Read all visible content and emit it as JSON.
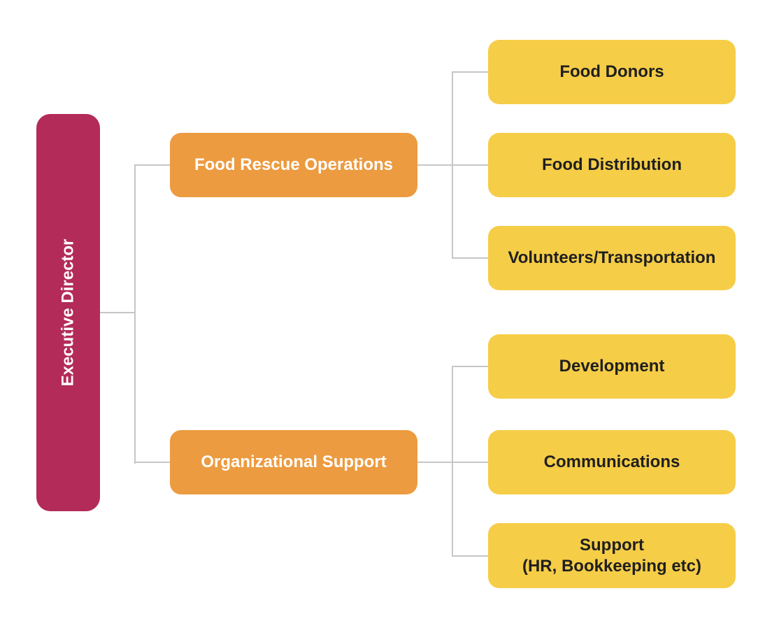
{
  "chart": {
    "type": "org-chart",
    "root": {
      "label": "Executive Director"
    },
    "branches": [
      {
        "label": "Food Rescue Operations",
        "children": [
          {
            "label": "Food Donors"
          },
          {
            "label": "Food Distribution"
          },
          {
            "label": "Volunteers/Transportation"
          }
        ]
      },
      {
        "label": "Organizational Support",
        "children": [
          {
            "label": "Development"
          },
          {
            "label": "Communications"
          },
          {
            "label": "Support\n(HR, Bookkeeping etc)"
          }
        ]
      }
    ],
    "colors": {
      "root_fill": "#B32B58",
      "branch_fill": "#EC9B40",
      "leaf_fill": "#F5CD47",
      "connector": "#C6C6C6",
      "root_text": "#FFFFFF",
      "branch_text": "#FFFFFF",
      "leaf_text": "#1F1F1F",
      "background": "#FFFFFF"
    }
  }
}
